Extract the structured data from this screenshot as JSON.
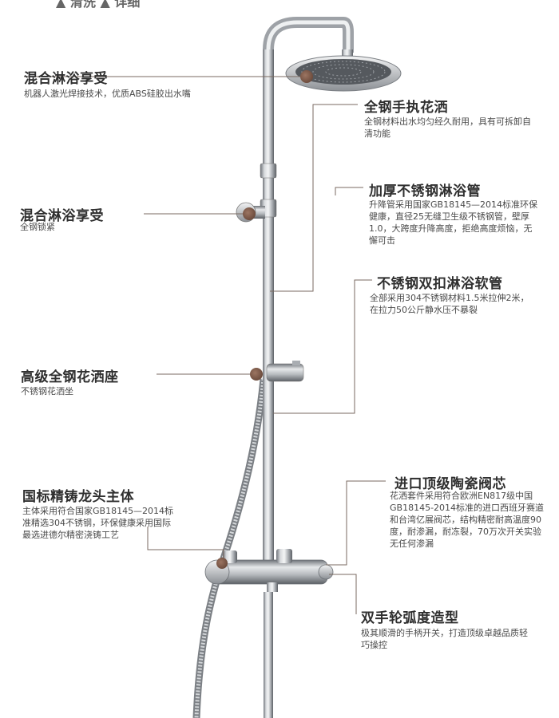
{
  "header": {
    "partial_text": "▲ 清洗 ▲ 详细"
  },
  "features": [
    {
      "title": "混合淋浴享受",
      "desc": "机器人激光焊接技术，优质ABS硅胶出水嘴"
    },
    {
      "title": "全钢手执花洒",
      "desc": "全钢材料出水均匀经久耐用，具有可拆卸自清功能"
    },
    {
      "title": "混合淋浴享受",
      "desc": "全钢锁紧"
    },
    {
      "title": "加厚不锈钢淋浴管",
      "desc": "升降管采用国家GB18145—2014标准环保健康，直径25无缝卫生级不锈钢管，壁厚1.0，大跨度升降高度，拒绝高度烦恼，无懈可击"
    },
    {
      "title": "不锈钢双扣淋浴软管",
      "desc": "全部采用304不锈钢材料1.5米拉伸2米，在拉力50公斤静水压不暴裂"
    },
    {
      "title": "高级全钢花洒座",
      "desc": "不锈钢花洒坐"
    },
    {
      "title": "进口顶级陶瓷阀芯",
      "desc": "花洒套件采用符合欧洲EN817级中国GB18145-2014标准的进口西班牙赛道和台湾亿展阀芯，结构精密耐高温度90度，耐渗漏，耐冻裂，70万次开关实验无任何渗漏"
    },
    {
      "title": "国标精铸龙头主体",
      "desc": "主体采用符合国家GB18145—2014标准精选304不锈钢，环保健康采用国际最选进德尔精密浇铸工艺"
    },
    {
      "title": "双手轮弧度造型",
      "desc": "极其顺滑的手柄开关，打造顶级卓越品质轻巧操控"
    }
  ],
  "colors": {
    "accent_dot": "#7d5a4a",
    "leader_line": "#7a6a60",
    "title": "#2f2f2f",
    "desc": "#4a4a4a"
  }
}
